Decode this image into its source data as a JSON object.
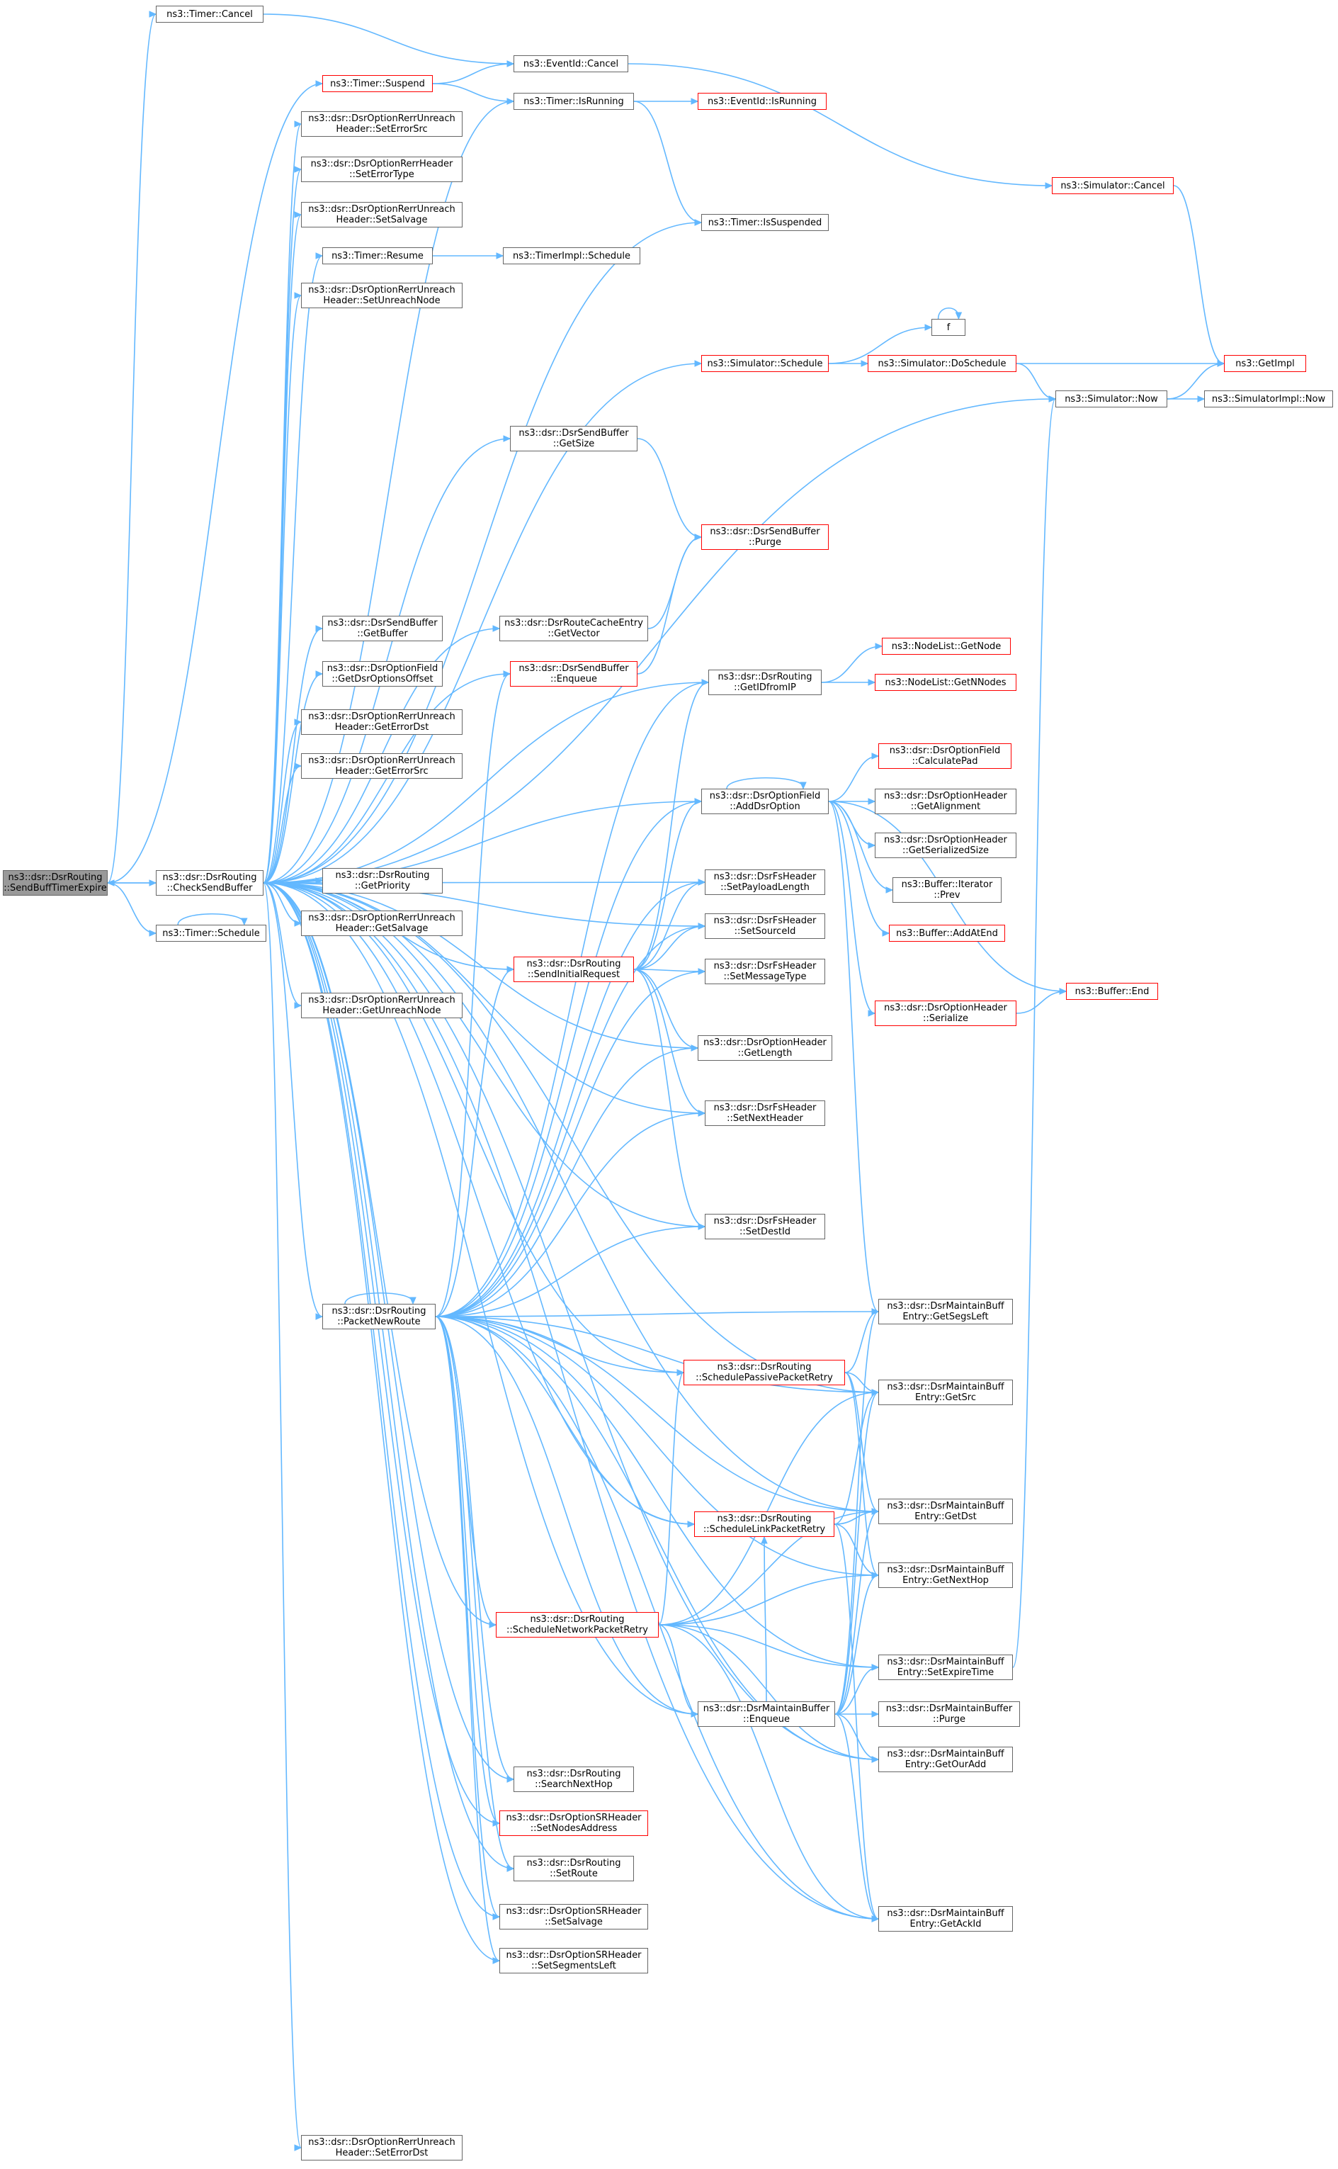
{
  "colors": {
    "edge": "#63b8ff",
    "node_border": "#666666",
    "node_border_incomplete": "#ff0000",
    "current_fill": "#999999"
  },
  "nodes": [
    {
      "id": "sbte",
      "text": "ns3::dsr::DsrRouting\n::SendBuffTimerExpire",
      "kind": "current"
    },
    {
      "id": "csb",
      "text": "ns3::dsr::DsrRouting\n::CheckSendBuffer",
      "kind": "normal"
    },
    {
      "id": "tsched",
      "text": "ns3::Timer::Schedule",
      "kind": "normal"
    },
    {
      "id": "tcancel",
      "text": "ns3::Timer::Cancel",
      "kind": "normal"
    },
    {
      "id": "tsusp",
      "text": "ns3::Timer::Suspend",
      "kind": "incomplete"
    },
    {
      "id": "ecancel",
      "text": "ns3::EventId::Cancel",
      "kind": "normal"
    },
    {
      "id": "tisrun",
      "text": "ns3::Timer::IsRunning",
      "kind": "normal"
    },
    {
      "id": "eisrun",
      "text": "ns3::EventId::IsRunning",
      "kind": "incomplete"
    },
    {
      "id": "sErrSrc",
      "text": "ns3::dsr::DsrOptionRerrUnreach\nHeader::SetErrorSrc",
      "kind": "normal"
    },
    {
      "id": "sErrType",
      "text": "ns3::dsr::DsrOptionRerrHeader\n::SetErrorType",
      "kind": "normal"
    },
    {
      "id": "sSalv",
      "text": "ns3::dsr::DsrOptionRerrUnreach\nHeader::SetSalvage",
      "kind": "normal"
    },
    {
      "id": "tresume",
      "text": "ns3::Timer::Resume",
      "kind": "normal"
    },
    {
      "id": "tisched",
      "text": "ns3::TimerImpl::Schedule",
      "kind": "normal"
    },
    {
      "id": "sUnreach",
      "text": "ns3::dsr::DsrOptionRerrUnreach\nHeader::SetUnreachNode",
      "kind": "normal"
    },
    {
      "id": "simcancel",
      "text": "ns3::Simulator::Cancel",
      "kind": "incomplete"
    },
    {
      "id": "tissusp",
      "text": "ns3::Timer::IsSuspended",
      "kind": "normal"
    },
    {
      "id": "fn",
      "text": "f",
      "kind": "normal"
    },
    {
      "id": "simsched",
      "text": "ns3::Simulator::Schedule",
      "kind": "incomplete"
    },
    {
      "id": "dosched",
      "text": "ns3::Simulator::DoSchedule",
      "kind": "incomplete"
    },
    {
      "id": "getimpl",
      "text": "ns3::GetImpl",
      "kind": "incomplete"
    },
    {
      "id": "simnow",
      "text": "ns3::Simulator::Now",
      "kind": "normal"
    },
    {
      "id": "siminow",
      "text": "ns3::SimulatorImpl::Now",
      "kind": "normal"
    },
    {
      "id": "sbgetsize",
      "text": "ns3::dsr::DsrSendBuffer\n::GetSize",
      "kind": "normal"
    },
    {
      "id": "purge",
      "text": "ns3::dsr::DsrSendBuffer\n::Purge",
      "kind": "incomplete"
    },
    {
      "id": "sbgetbuf",
      "text": "ns3::dsr::DsrSendBuffer\n::GetBuffer",
      "kind": "normal"
    },
    {
      "id": "rcgetvec",
      "text": "ns3::dsr::DsrRouteCacheEntry\n::GetVector",
      "kind": "normal"
    },
    {
      "id": "offs",
      "text": "ns3::dsr::DsrOptionField\n::GetDsrOptionsOffset",
      "kind": "normal"
    },
    {
      "id": "enqueue",
      "text": "ns3::dsr::DsrSendBuffer\n::Enqueue",
      "kind": "incomplete"
    },
    {
      "id": "getidip",
      "text": "ns3::dsr::DsrRouting\n::GetIDfromIP",
      "kind": "normal"
    },
    {
      "id": "nlgetnode",
      "text": "ns3::NodeList::GetNode",
      "kind": "incomplete"
    },
    {
      "id": "nlgetn",
      "text": "ns3::NodeList::GetNNodes",
      "kind": "incomplete"
    },
    {
      "id": "gErrDst",
      "text": "ns3::dsr::DsrOptionRerrUnreach\nHeader::GetErrorDst",
      "kind": "normal"
    },
    {
      "id": "gErrSrc",
      "text": "ns3::dsr::DsrOptionRerrUnreach\nHeader::GetErrorSrc",
      "kind": "normal"
    },
    {
      "id": "calcpad",
      "text": "ns3::dsr::DsrOptionField\n::CalculatePad",
      "kind": "incomplete"
    },
    {
      "id": "adddsr",
      "text": "ns3::dsr::DsrOptionField\n::AddDsrOption",
      "kind": "normal"
    },
    {
      "id": "getalign",
      "text": "ns3::dsr::DsrOptionHeader\n::GetAlignment",
      "kind": "normal"
    },
    {
      "id": "getser",
      "text": "ns3::dsr::DsrOptionHeader\n::GetSerializedSize",
      "kind": "normal"
    },
    {
      "id": "getprio",
      "text": "ns3::dsr::DsrRouting\n::GetPriority",
      "kind": "normal"
    },
    {
      "id": "setpaylen",
      "text": "ns3::dsr::DsrFsHeader\n::SetPayloadLength",
      "kind": "normal"
    },
    {
      "id": "biterprev",
      "text": "ns3::Buffer::Iterator\n::Prev",
      "kind": "normal"
    },
    {
      "id": "gSalv",
      "text": "ns3::dsr::DsrOptionRerrUnreach\nHeader::GetSalvage",
      "kind": "normal"
    },
    {
      "id": "setsrcid",
      "text": "ns3::dsr::DsrFsHeader\n::SetSourceId",
      "kind": "normal"
    },
    {
      "id": "addatend",
      "text": "ns3::Buffer::AddAtEnd",
      "kind": "incomplete"
    },
    {
      "id": "sendinit",
      "text": "ns3::dsr::DsrRouting\n::SendInitialRequest",
      "kind": "incomplete"
    },
    {
      "id": "setmsgtype",
      "text": "ns3::dsr::DsrFsHeader\n::SetMessageType",
      "kind": "normal"
    },
    {
      "id": "gUnreach",
      "text": "ns3::dsr::DsrOptionRerrUnreach\nHeader::GetUnreachNode",
      "kind": "normal"
    },
    {
      "id": "bufend",
      "text": "ns3::Buffer::End",
      "kind": "incomplete"
    },
    {
      "id": "serialize",
      "text": "ns3::dsr::DsrOptionHeader\n::Serialize",
      "kind": "incomplete"
    },
    {
      "id": "getlen",
      "text": "ns3::dsr::DsrOptionHeader\n::GetLength",
      "kind": "normal"
    },
    {
      "id": "setnexth",
      "text": "ns3::dsr::DsrFsHeader\n::SetNextHeader",
      "kind": "normal"
    },
    {
      "id": "setdestid",
      "text": "ns3::dsr::DsrFsHeader\n::SetDestId",
      "kind": "normal"
    },
    {
      "id": "pnr",
      "text": "ns3::dsr::DsrRouting\n::PacketNewRoute",
      "kind": "normal"
    },
    {
      "id": "mgetsegs",
      "text": "ns3::dsr::DsrMaintainBuff\nEntry::GetSegsLeft",
      "kind": "normal"
    },
    {
      "id": "sppr",
      "text": "ns3::dsr::DsrRouting\n::SchedulePassivePacketRetry",
      "kind": "incomplete"
    },
    {
      "id": "mgetsrc",
      "text": "ns3::dsr::DsrMaintainBuff\nEntry::GetSrc",
      "kind": "normal"
    },
    {
      "id": "mgetdst",
      "text": "ns3::dsr::DsrMaintainBuff\nEntry::GetDst",
      "kind": "normal"
    },
    {
      "id": "slpr",
      "text": "ns3::dsr::DsrRouting\n::ScheduleLinkPacketRetry",
      "kind": "incomplete"
    },
    {
      "id": "mgetnext",
      "text": "ns3::dsr::DsrMaintainBuff\nEntry::GetNextHop",
      "kind": "normal"
    },
    {
      "id": "snpr",
      "text": "ns3::dsr::DsrRouting\n::ScheduleNetworkPacketRetry",
      "kind": "incomplete"
    },
    {
      "id": "msetexp",
      "text": "ns3::dsr::DsrMaintainBuff\nEntry::SetExpireTime",
      "kind": "normal"
    },
    {
      "id": "menq",
      "text": "ns3::dsr::DsrMaintainBuffer\n::Enqueue",
      "kind": "normal"
    },
    {
      "id": "mpurge",
      "text": "ns3::dsr::DsrMaintainBuffer\n::Purge",
      "kind": "normal"
    },
    {
      "id": "mgetour",
      "text": "ns3::dsr::DsrMaintainBuff\nEntry::GetOurAdd",
      "kind": "normal"
    },
    {
      "id": "searchnext",
      "text": "ns3::dsr::DsrRouting\n::SearchNextHop",
      "kind": "normal"
    },
    {
      "id": "setnodes",
      "text": "ns3::dsr::DsrOptionSRHeader\n::SetNodesAddress",
      "kind": "incomplete"
    },
    {
      "id": "setroute",
      "text": "ns3::dsr::DsrRouting\n::SetRoute",
      "kind": "normal"
    },
    {
      "id": "srsalv",
      "text": "ns3::dsr::DsrOptionSRHeader\n::SetSalvage",
      "kind": "normal"
    },
    {
      "id": "mgetack",
      "text": "ns3::dsr::DsrMaintainBuff\nEntry::GetAckId",
      "kind": "normal"
    },
    {
      "id": "srsegs",
      "text": "ns3::dsr::DsrOptionSRHeader\n::SetSegmentsLeft",
      "kind": "normal"
    },
    {
      "id": "sErrDst",
      "text": "ns3::dsr::DsrOptionRerrUnreach\nHeader::SetErrorDst",
      "kind": "normal"
    }
  ],
  "edges": [
    [
      "sbte",
      "csb"
    ],
    [
      "sbte",
      "tsched"
    ],
    [
      "sbte",
      "tcancel"
    ],
    [
      "sbte",
      "tsusp"
    ],
    [
      "csb",
      "sbte"
    ],
    [
      "tsched",
      "tsched"
    ],
    [
      "tcancel",
      "ecancel"
    ],
    [
      "tsusp",
      "ecancel"
    ],
    [
      "tsusp",
      "tisrun"
    ],
    [
      "tisrun",
      "eisrun"
    ],
    [
      "tisrun",
      "tissusp"
    ],
    [
      "ecancel",
      "simcancel"
    ],
    [
      "simcancel",
      "getimpl"
    ],
    [
      "tresume",
      "tisched"
    ],
    [
      "simsched",
      "fn"
    ],
    [
      "simsched",
      "dosched"
    ],
    [
      "fn",
      "fn"
    ],
    [
      "dosched",
      "getimpl"
    ],
    [
      "dosched",
      "simnow"
    ],
    [
      "simnow",
      "getimpl"
    ],
    [
      "simnow",
      "siminow"
    ],
    [
      "sbgetsize",
      "purge"
    ],
    [
      "rcgetvec",
      "purge"
    ],
    [
      "enqueue",
      "purge"
    ],
    [
      "getidip",
      "nlgetnode"
    ],
    [
      "getidip",
      "nlgetn"
    ],
    [
      "adddsr",
      "adddsr"
    ],
    [
      "adddsr",
      "calcpad"
    ],
    [
      "adddsr",
      "getalign"
    ],
    [
      "adddsr",
      "getser"
    ],
    [
      "adddsr",
      "biterprev"
    ],
    [
      "adddsr",
      "addatend"
    ],
    [
      "adddsr",
      "bufend"
    ],
    [
      "adddsr",
      "serialize"
    ],
    [
      "adddsr",
      "mgetsegs"
    ],
    [
      "serialize",
      "bufend"
    ],
    [
      "csb",
      "tisrun"
    ],
    [
      "csb",
      "sErrSrc"
    ],
    [
      "csb",
      "sErrType"
    ],
    [
      "csb",
      "sSalv"
    ],
    [
      "csb",
      "tresume"
    ],
    [
      "csb",
      "sUnreach"
    ],
    [
      "csb",
      "tissusp"
    ],
    [
      "csb",
      "simsched"
    ],
    [
      "csb",
      "simnow"
    ],
    [
      "csb",
      "sbgetsize"
    ],
    [
      "csb",
      "sbgetbuf"
    ],
    [
      "csb",
      "rcgetvec"
    ],
    [
      "csb",
      "offs"
    ],
    [
      "csb",
      "enqueue"
    ],
    [
      "csb",
      "getidip"
    ],
    [
      "csb",
      "gErrDst"
    ],
    [
      "csb",
      "gErrSrc"
    ],
    [
      "csb",
      "adddsr"
    ],
    [
      "csb",
      "getprio"
    ],
    [
      "csb",
      "setpaylen"
    ],
    [
      "csb",
      "gSalv"
    ],
    [
      "csb",
      "setsrcid"
    ],
    [
      "csb",
      "sendinit"
    ],
    [
      "csb",
      "gUnreach"
    ],
    [
      "csb",
      "getlen"
    ],
    [
      "csb",
      "setnexth"
    ],
    [
      "csb",
      "setdestid"
    ],
    [
      "csb",
      "pnr"
    ],
    [
      "csb",
      "mgetsrc"
    ],
    [
      "csb",
      "sppr"
    ],
    [
      "csb",
      "mgetdst"
    ],
    [
      "csb",
      "slpr"
    ],
    [
      "csb",
      "snpr"
    ],
    [
      "csb",
      "menq"
    ],
    [
      "csb",
      "mgetour"
    ],
    [
      "csb",
      "searchnext"
    ],
    [
      "csb",
      "setnodes"
    ],
    [
      "csb",
      "setroute"
    ],
    [
      "csb",
      "srsalv"
    ],
    [
      "csb",
      "srsegs"
    ],
    [
      "csb",
      "mgetack"
    ],
    [
      "csb",
      "sErrDst"
    ],
    [
      "sendinit",
      "getidip"
    ],
    [
      "sendinit",
      "adddsr"
    ],
    [
      "sendinit",
      "setpaylen"
    ],
    [
      "sendinit",
      "setsrcid"
    ],
    [
      "sendinit",
      "setmsgtype"
    ],
    [
      "sendinit",
      "getlen"
    ],
    [
      "sendinit",
      "setnexth"
    ],
    [
      "sendinit",
      "setdestid"
    ],
    [
      "pnr",
      "pnr"
    ],
    [
      "pnr",
      "enqueue"
    ],
    [
      "pnr",
      "getidip"
    ],
    [
      "pnr",
      "adddsr"
    ],
    [
      "pnr",
      "setpaylen"
    ],
    [
      "pnr",
      "setsrcid"
    ],
    [
      "pnr",
      "setmsgtype"
    ],
    [
      "pnr",
      "getlen"
    ],
    [
      "pnr",
      "setnexth"
    ],
    [
      "pnr",
      "setdestid"
    ],
    [
      "pnr",
      "sendinit"
    ],
    [
      "pnr",
      "mgetsegs"
    ],
    [
      "pnr",
      "sppr"
    ],
    [
      "pnr",
      "mgetsrc"
    ],
    [
      "pnr",
      "mgetdst"
    ],
    [
      "pnr",
      "slpr"
    ],
    [
      "pnr",
      "mgetnext"
    ],
    [
      "pnr",
      "snpr"
    ],
    [
      "pnr",
      "menq"
    ],
    [
      "pnr",
      "mgetour"
    ],
    [
      "pnr",
      "searchnext"
    ],
    [
      "pnr",
      "setnodes"
    ],
    [
      "pnr",
      "setroute"
    ],
    [
      "pnr",
      "srsalv"
    ],
    [
      "pnr",
      "srsegs"
    ],
    [
      "pnr",
      "mgetack"
    ],
    [
      "pnr",
      "msetexp"
    ],
    [
      "sppr",
      "mgetsegs"
    ],
    [
      "sppr",
      "mgetsrc"
    ],
    [
      "sppr",
      "mgetdst"
    ],
    [
      "sppr",
      "mgetnext"
    ],
    [
      "slpr",
      "mgetsrc"
    ],
    [
      "slpr",
      "mgetdst"
    ],
    [
      "slpr",
      "mgetnext"
    ],
    [
      "slpr",
      "mgetack"
    ],
    [
      "snpr",
      "sppr"
    ],
    [
      "snpr",
      "mgetsrc"
    ],
    [
      "snpr",
      "mgetdst"
    ],
    [
      "snpr",
      "mgetnext"
    ],
    [
      "snpr",
      "msetexp"
    ],
    [
      "snpr",
      "menq"
    ],
    [
      "snpr",
      "mgetour"
    ],
    [
      "snpr",
      "mgetack"
    ],
    [
      "menq",
      "slpr"
    ],
    [
      "menq",
      "mgetsrc"
    ],
    [
      "menq",
      "mgetdst"
    ],
    [
      "menq",
      "mgetnext"
    ],
    [
      "menq",
      "msetexp"
    ],
    [
      "menq",
      "mpurge"
    ],
    [
      "menq",
      "mgetour"
    ],
    [
      "menq",
      "mgetack"
    ],
    [
      "menq",
      "mgetsegs"
    ],
    [
      "msetexp",
      "simnow"
    ]
  ]
}
